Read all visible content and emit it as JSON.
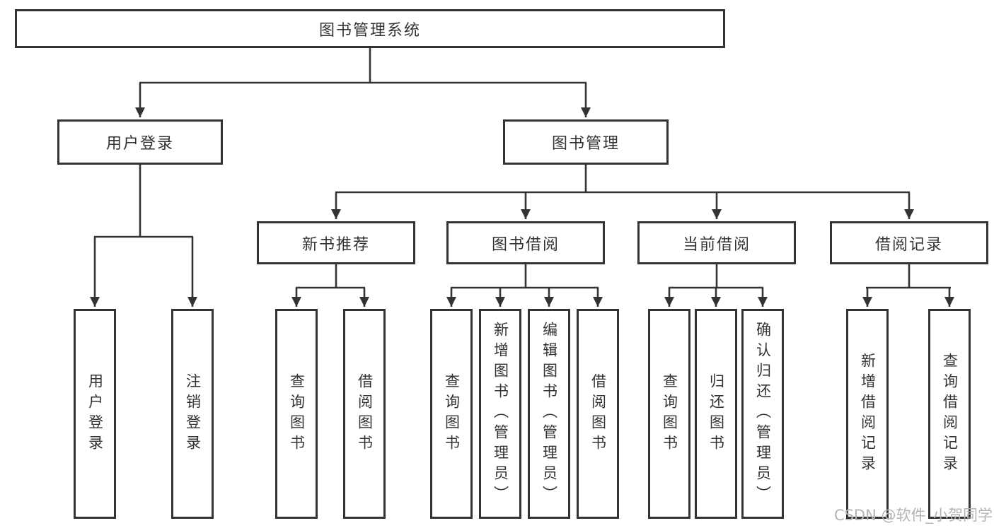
{
  "tree": {
    "root": {
      "label": "图书管理系统",
      "children": [
        {
          "label": "用户登录",
          "children": [
            {
              "label": "用户登录"
            },
            {
              "label": "注销登录"
            }
          ]
        },
        {
          "label": "图书管理",
          "children": [
            {
              "label": "新书推荐",
              "children": [
                {
                  "label": "查询图书"
                },
                {
                  "label": "借阅图书"
                }
              ]
            },
            {
              "label": "图书借阅",
              "children": [
                {
                  "label": "查询图书"
                },
                {
                  "label": "新增图书（管理员）"
                },
                {
                  "label": "编辑图书（管理员）"
                },
                {
                  "label": "借阅图书"
                }
              ]
            },
            {
              "label": "当前借阅",
              "children": [
                {
                  "label": "查询图书"
                },
                {
                  "label": "归还图书"
                },
                {
                  "label": "确认归还（管理员）"
                }
              ]
            },
            {
              "label": "借阅记录",
              "children": [
                {
                  "label": "新增借阅记录"
                },
                {
                  "label": "查询借阅记录"
                }
              ]
            }
          ]
        }
      ]
    }
  },
  "watermark": {
    "text": "CSDN @软件_小贺同学"
  },
  "colors": {
    "line": "#333333",
    "box_border": "#333333",
    "box_fill": "#ffffff",
    "watermark": "#b4b4b4"
  }
}
